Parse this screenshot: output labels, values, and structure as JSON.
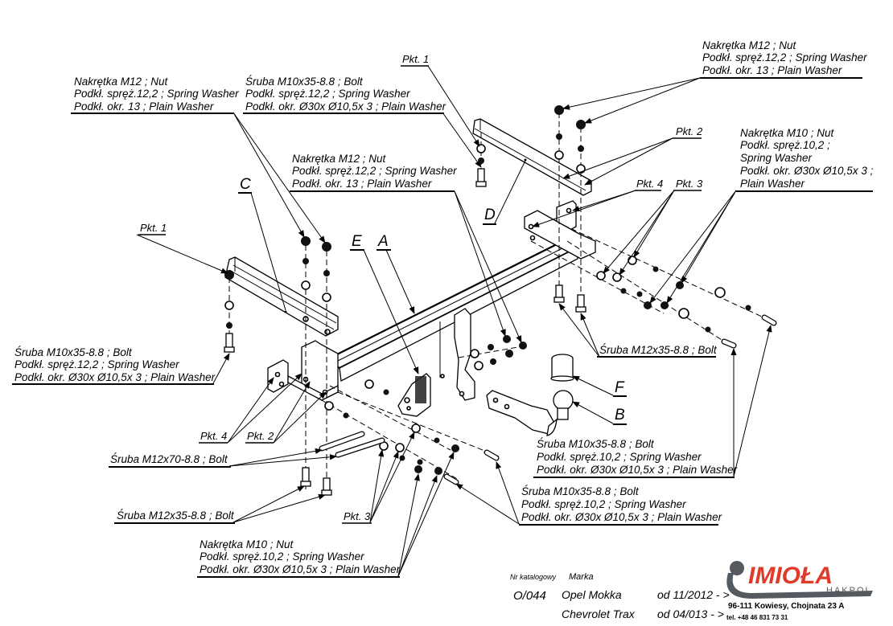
{
  "diagram": {
    "title": "Tow bar mounting assembly exploded view",
    "parts": {
      "A": "A",
      "B": "B",
      "C": "C",
      "D": "D",
      "E": "E",
      "F": "F"
    },
    "pkt": {
      "p1": "Pkt. 1",
      "p2": "Pkt. 2",
      "p3": "Pkt. 3",
      "p4": "Pkt. 4"
    },
    "callouts": {
      "nut_m12_top_right": [
        "Nakrętka  M12 ; Nut",
        "Podkł. spręż.12,2 ; Spring Washer",
        "Podkł. okr. 13 ; Plain Washer"
      ],
      "nut_m12_top_left": [
        "Nakrętka  M12 ; Nut",
        "Podkł. spręż.12,2 ; Spring Washer",
        "Podkł. okr. 13 ; Plain Washer"
      ],
      "bolt_m10_top": [
        "Śruba M10x35-8.8 ;  Bolt",
        "Podkł. spręż.12,2 ; Spring Washer",
        "Podkł. okr.  Ø30x Ø10,5x 3 ; Plain Washer"
      ],
      "nut_m12_center": [
        "Nakrętka  M12 ; Nut",
        "Podkł. spręż.12,2 ; Spring Washer",
        "Podkł. okr. 13 ; Plain Washer"
      ],
      "nut_m10_right": [
        "Nakrętka  M10 ; Nut",
        "Podkł. spręż.10,2 ;",
        "Spring Washer",
        "Podkł. okr.  Ø30x Ø10,5x 3 ;",
        "Plain Washer"
      ],
      "bolt_m10_left": [
        "Śruba M10x35-8.8 ;  Bolt",
        "Podkł. spręż.12,2 ; Spring Washer",
        "Podkł. okr.  Ø30x Ø10,5x 3 ; Plain Washer"
      ],
      "bolt_m12x35_right": "Śruba M12x35-8.8 ;  Bolt",
      "bolt_m10_right_mid": [
        "Śruba M10x35-8.8 ;  Bolt",
        "Podkł. spręż.10,2 ; Spring Washer",
        "Podkł. okr.  Ø30x Ø10,5x 3 ; Plain Washer"
      ],
      "bolt_m12x70": "Śruba M12x70-8.8 ;  Bolt",
      "bolt_m10_bottom": [
        "Śruba M10x35-8.8 ;  Bolt",
        "Podkł. spręż.10,2 ; Spring Washer",
        "Podkł. okr.  Ø30x Ø10,5x 3 ; Plain Washer"
      ],
      "bolt_m12x35_left": "Śruba M12x35-8.8 ;  Bolt",
      "nut_m10_bottom": [
        "Nakrętka  M10 ; Nut",
        "Podkł. spręż.10,2 ; Spring Washer",
        "Podkł. okr.  Ø30x Ø10,5x 3 ; Plain Washer"
      ]
    }
  },
  "title_block": {
    "catalog_label": "Nr katalogowy",
    "brand_label": "Marka",
    "catalog_number": "O/044",
    "vehicles": [
      {
        "brand": "Opel Mokka",
        "date": "od 11/2012 - >"
      },
      {
        "brand": "Chevrolet Trax",
        "date": "od 04/013 - >"
      }
    ]
  },
  "company": {
    "logo_name": "IMIOŁA",
    "logo_sub": "HAKPOL",
    "address": "96-111 Kowiesy, Chojnata 23 A",
    "phone": "tel. +48 46 831 73 31",
    "brand_color": "#e03a2a",
    "logo_gray": "#555a60"
  }
}
